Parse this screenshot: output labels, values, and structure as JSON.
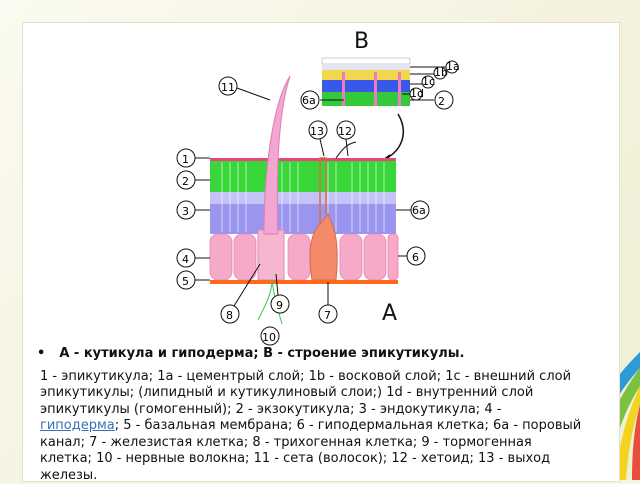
{
  "figure": {
    "panel_a_label": "A",
    "panel_b_label": "B",
    "callouts": [
      "1",
      "2",
      "3",
      "4",
      "5",
      "6",
      "7",
      "8",
      "9",
      "10",
      "11",
      "12",
      "13",
      "6a",
      "6a",
      "1a",
      "1b",
      "1c",
      "1d",
      "2",
      "6a"
    ]
  },
  "caption": {
    "bullet": "•",
    "title": "А - кутикула и гиподерма; В - строение эпикутикулы.",
    "body_before_link": "1 - эпикутикула; 1а - цементрый слой; 1b - восковой слой; 1с - внешний слой эпикутикулы; (липидный и кутикулиновый слои;) 1d - внутренний слой эпикутикулы (гомогенный); 2 - экзокутикула; 3 - эндокутикула; 4 - ",
    "link_text": "гиподерма",
    "body_after_link": "; 5 - базальная мембрана; 6 - гиподермальная клетка; 6а - поровый канал; 7 - железистая клетка; 8 - трихогенная клетка; 9 - тормогенная клетка; 10 - нервные волокна; 11 - сета (волосок); 12 - хетоид; 13 - выход железы."
  },
  "colors": {
    "epicuticle": "#e8457a",
    "exocuticle": "#3ed63a",
    "endocuticle": "#9a96f0",
    "hypodermis": "#f6a9c9",
    "basement": "#ff6a1a",
    "gland": "#f48a6a",
    "seta": "#f2a6d0"
  }
}
